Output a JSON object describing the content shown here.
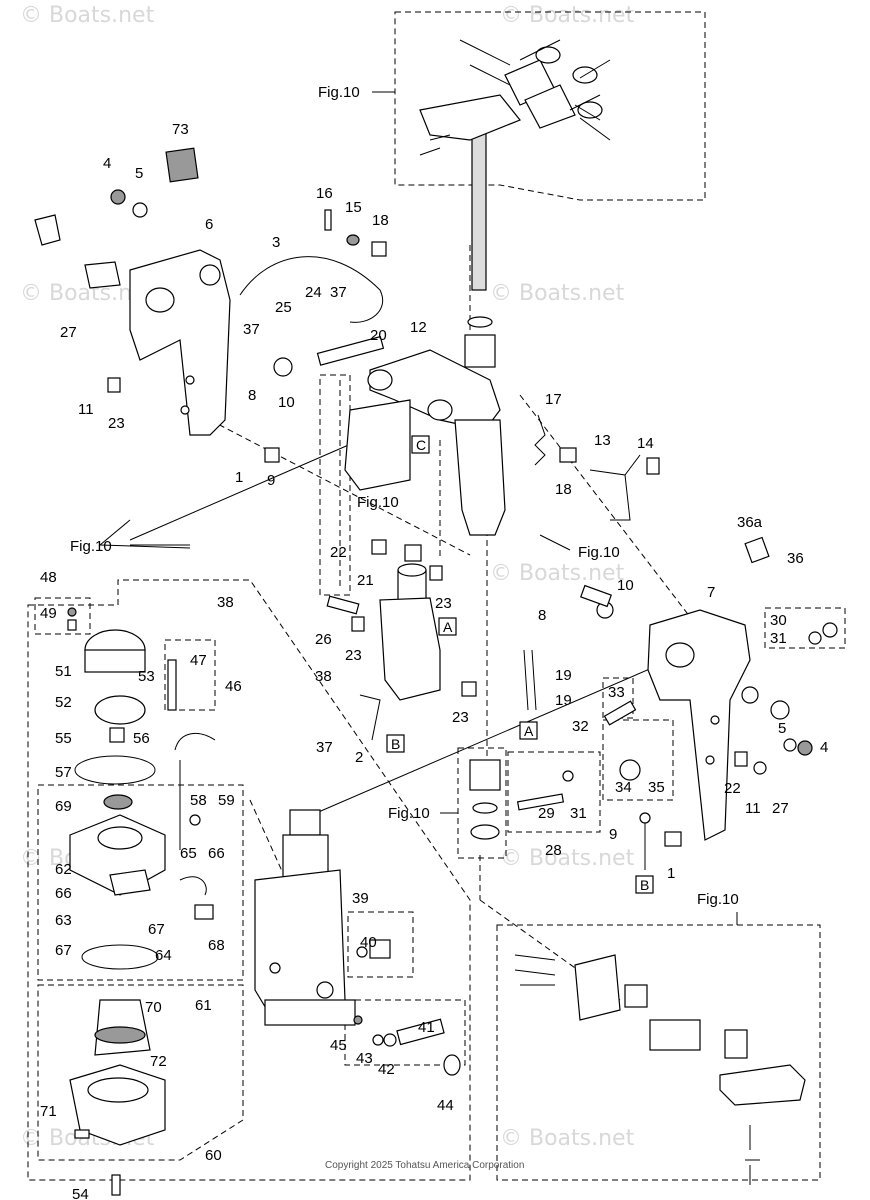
{
  "watermark": "© Boats.net",
  "copyright": "Copyright 2025 Tohatsu America Corporation",
  "fig_ref": "Fig.10",
  "box_letters": [
    "A",
    "B",
    "C"
  ],
  "part_numbers": [
    "1",
    "2",
    "3",
    "4",
    "5",
    "6",
    "7",
    "8",
    "9",
    "10",
    "11",
    "12",
    "13",
    "14",
    "15",
    "16",
    "17",
    "18",
    "19",
    "20",
    "21",
    "22",
    "23",
    "24",
    "25",
    "26",
    "27",
    "28",
    "29",
    "30",
    "31",
    "32",
    "33",
    "34",
    "35",
    "36",
    "36a",
    "37",
    "38",
    "39",
    "40",
    "41",
    "42",
    "43",
    "44",
    "45",
    "46",
    "47",
    "48",
    "49",
    "51",
    "52",
    "53",
    "54",
    "55",
    "56",
    "57",
    "58",
    "59",
    "60",
    "61",
    "62",
    "63",
    "64",
    "65",
    "66",
    "67",
    "68",
    "69",
    "70",
    "71",
    "72",
    "73"
  ]
}
